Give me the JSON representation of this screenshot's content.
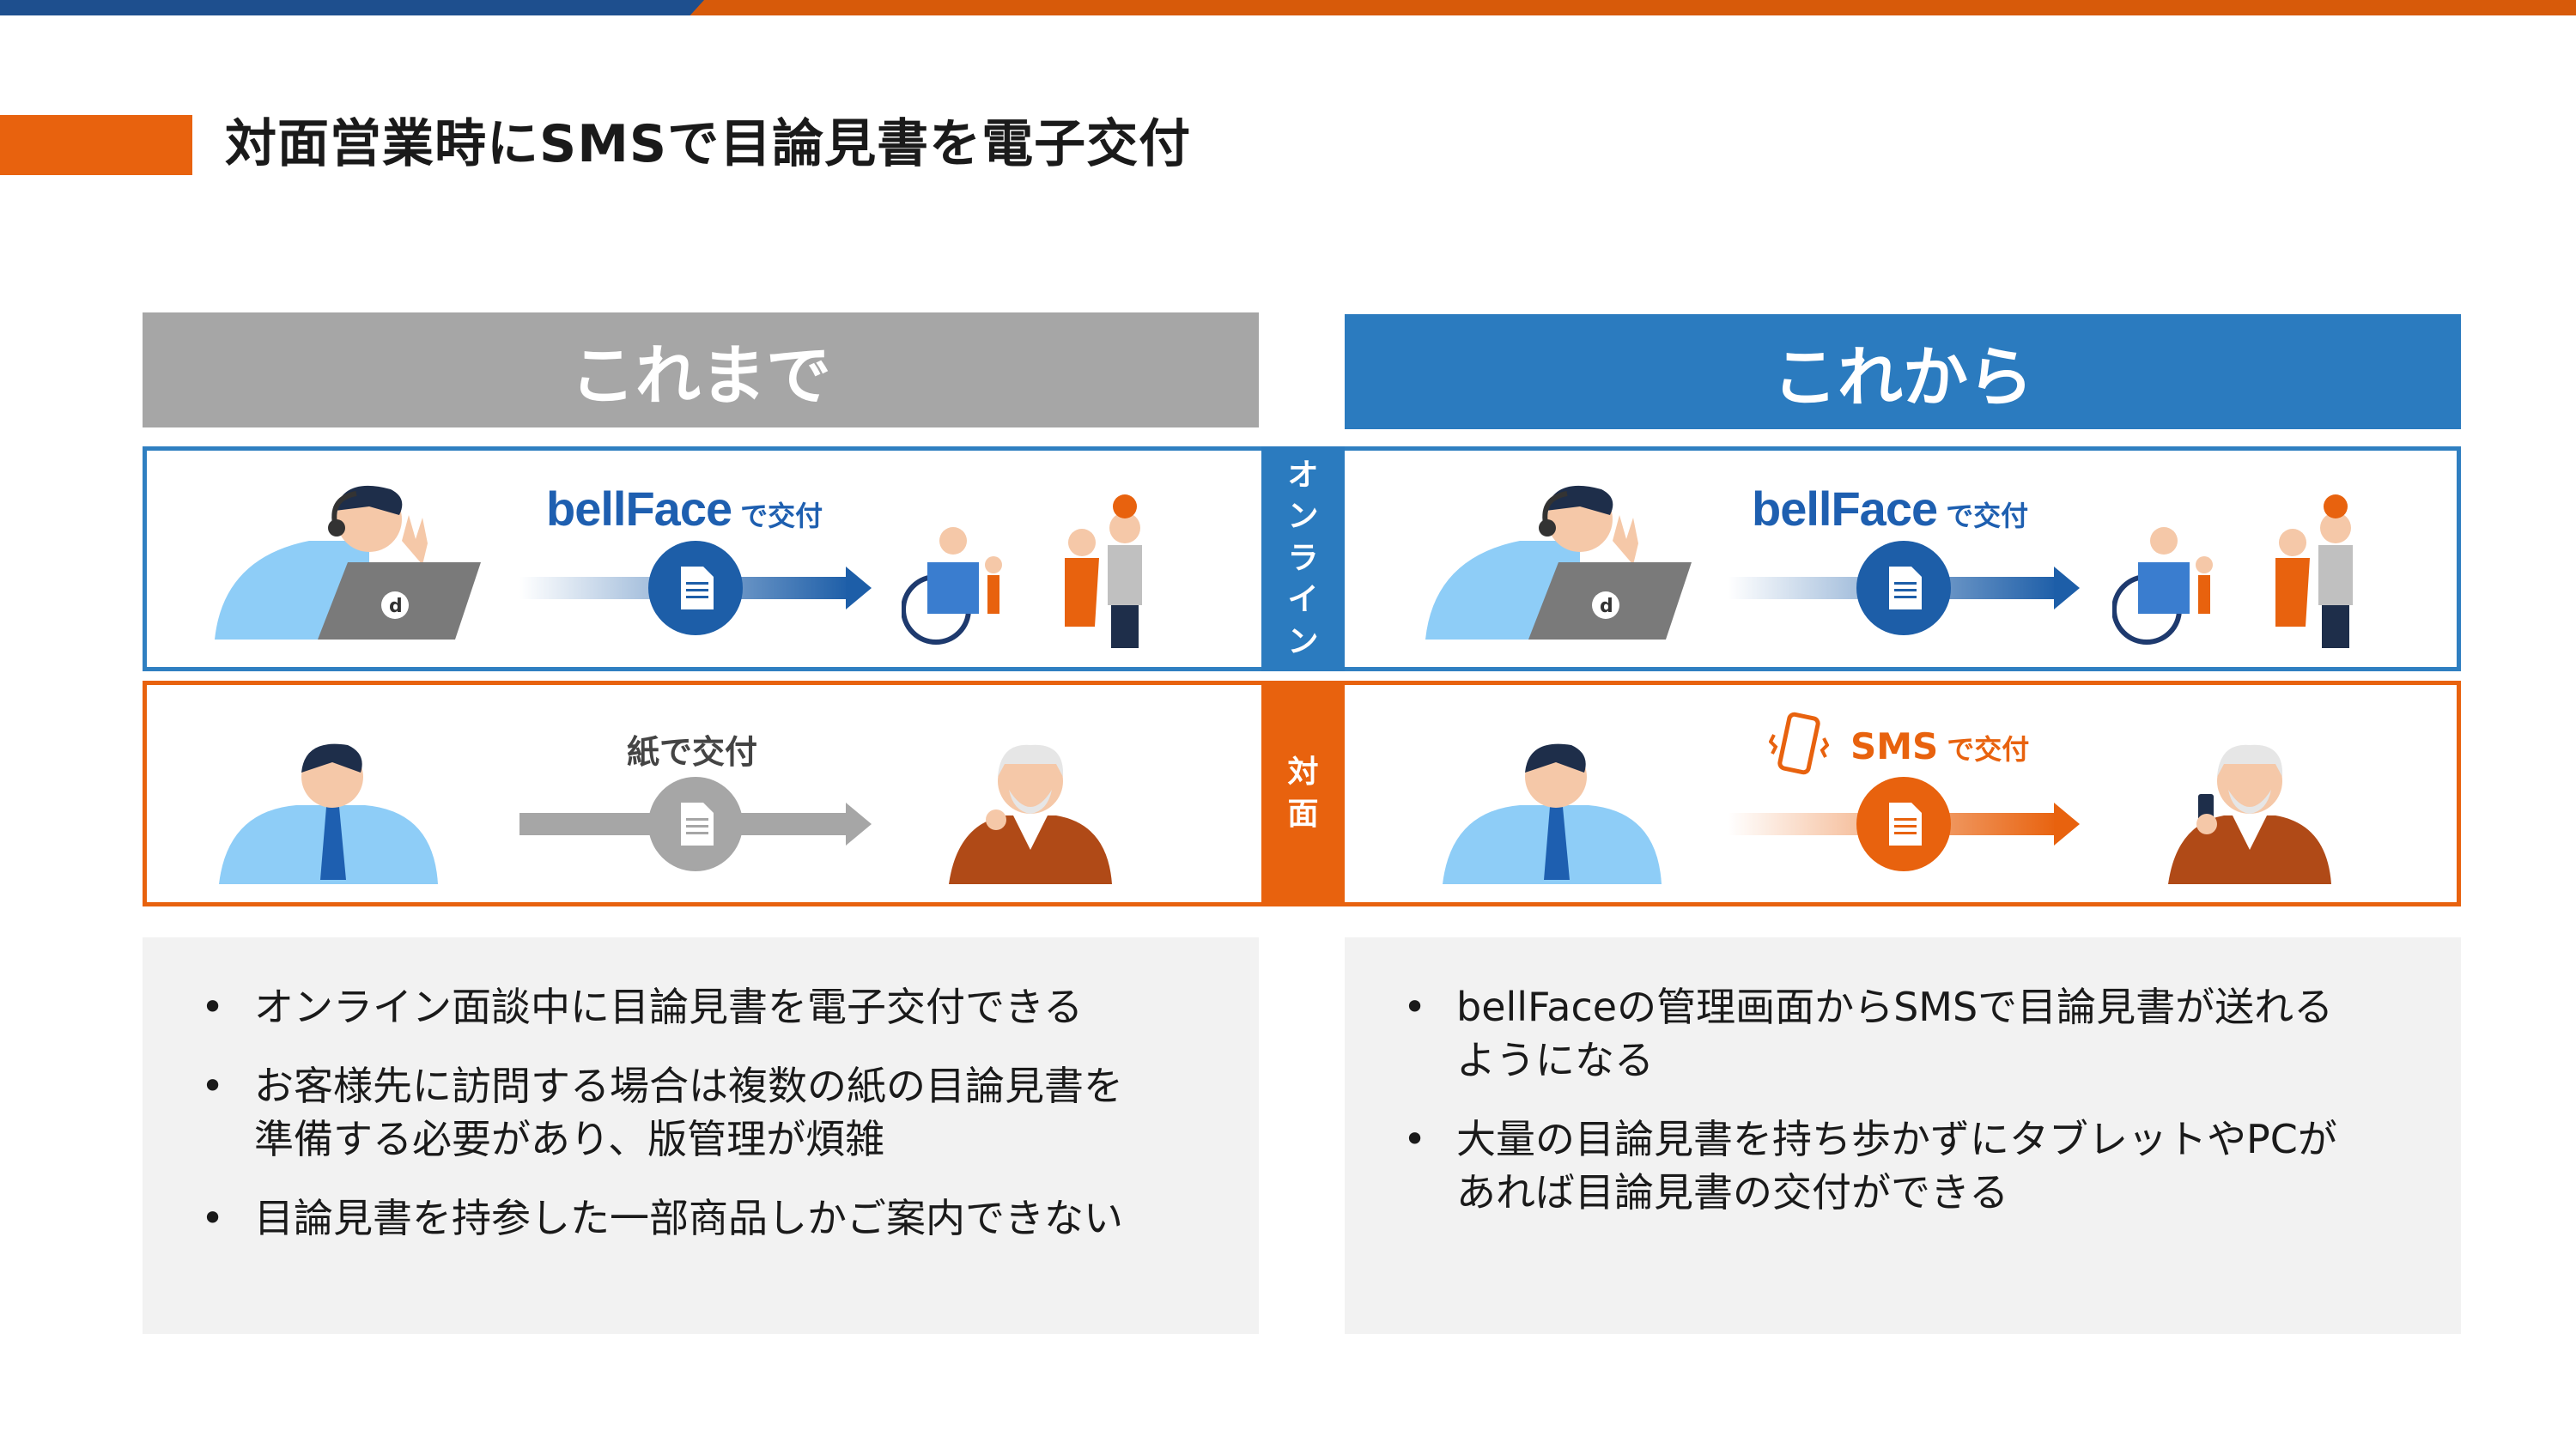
{
  "title": "対面営業時にSMSで目論見書を電子交付",
  "columns": {
    "before": "これまで",
    "after": "これから"
  },
  "rows": {
    "online": "オンライン",
    "face": "対面"
  },
  "labels": {
    "brand": "bellFace",
    "brand_suffix": "で交付",
    "paper": "紙で交付",
    "sms": "SMS",
    "sms_suffix": "で交付"
  },
  "bullets_before": [
    "オンライン面談中に目論見書を電子交付できる",
    "お客様先に訪問する場合は複数の紙の目論見書を準備する必要があり、版管理が煩雑",
    "目論見書を持参した一部商品しかご案内できない"
  ],
  "bullets_after": [
    "bellFaceの管理画面からSMSで目論見書が送れるようになる",
    "大量の目論見書を持ち歩かずにタブレットやPCがあれば目論見書の交付ができる"
  ],
  "colors": {
    "orange": "#e8620e",
    "blue": "#2b7bbf",
    "gray": "#a6a6a6",
    "navy": "#1e4f8e"
  }
}
